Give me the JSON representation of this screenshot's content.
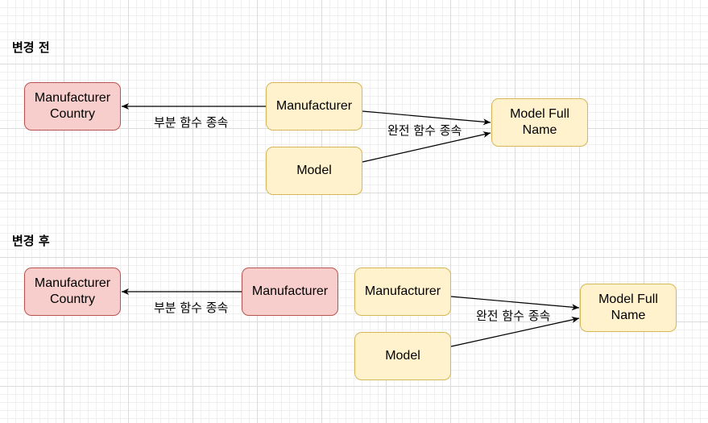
{
  "before": {
    "title": "변경 전",
    "nodes": {
      "manufacturer_country": "Manufacturer Country",
      "manufacturer": "Manufacturer",
      "model": "Model",
      "model_full_name": "Model Full Name"
    },
    "edge_labels": {
      "partial": "부분 함수 종속",
      "full": "완전 함수 종속"
    }
  },
  "after": {
    "title": "변경 후",
    "nodes": {
      "manufacturer_country": "Manufacturer Country",
      "manufacturer_red": "Manufacturer",
      "manufacturer": "Manufacturer",
      "model": "Model",
      "model_full_name": "Model Full Name"
    },
    "edge_labels": {
      "partial": "부분 함수 종속",
      "full": "완전 함수 종속"
    }
  },
  "colors": {
    "yellow_fill": "#fff2cc",
    "yellow_stroke": "#d6b656",
    "red_fill": "#f8cecc",
    "red_stroke": "#b85450",
    "edge": "#000000"
  }
}
